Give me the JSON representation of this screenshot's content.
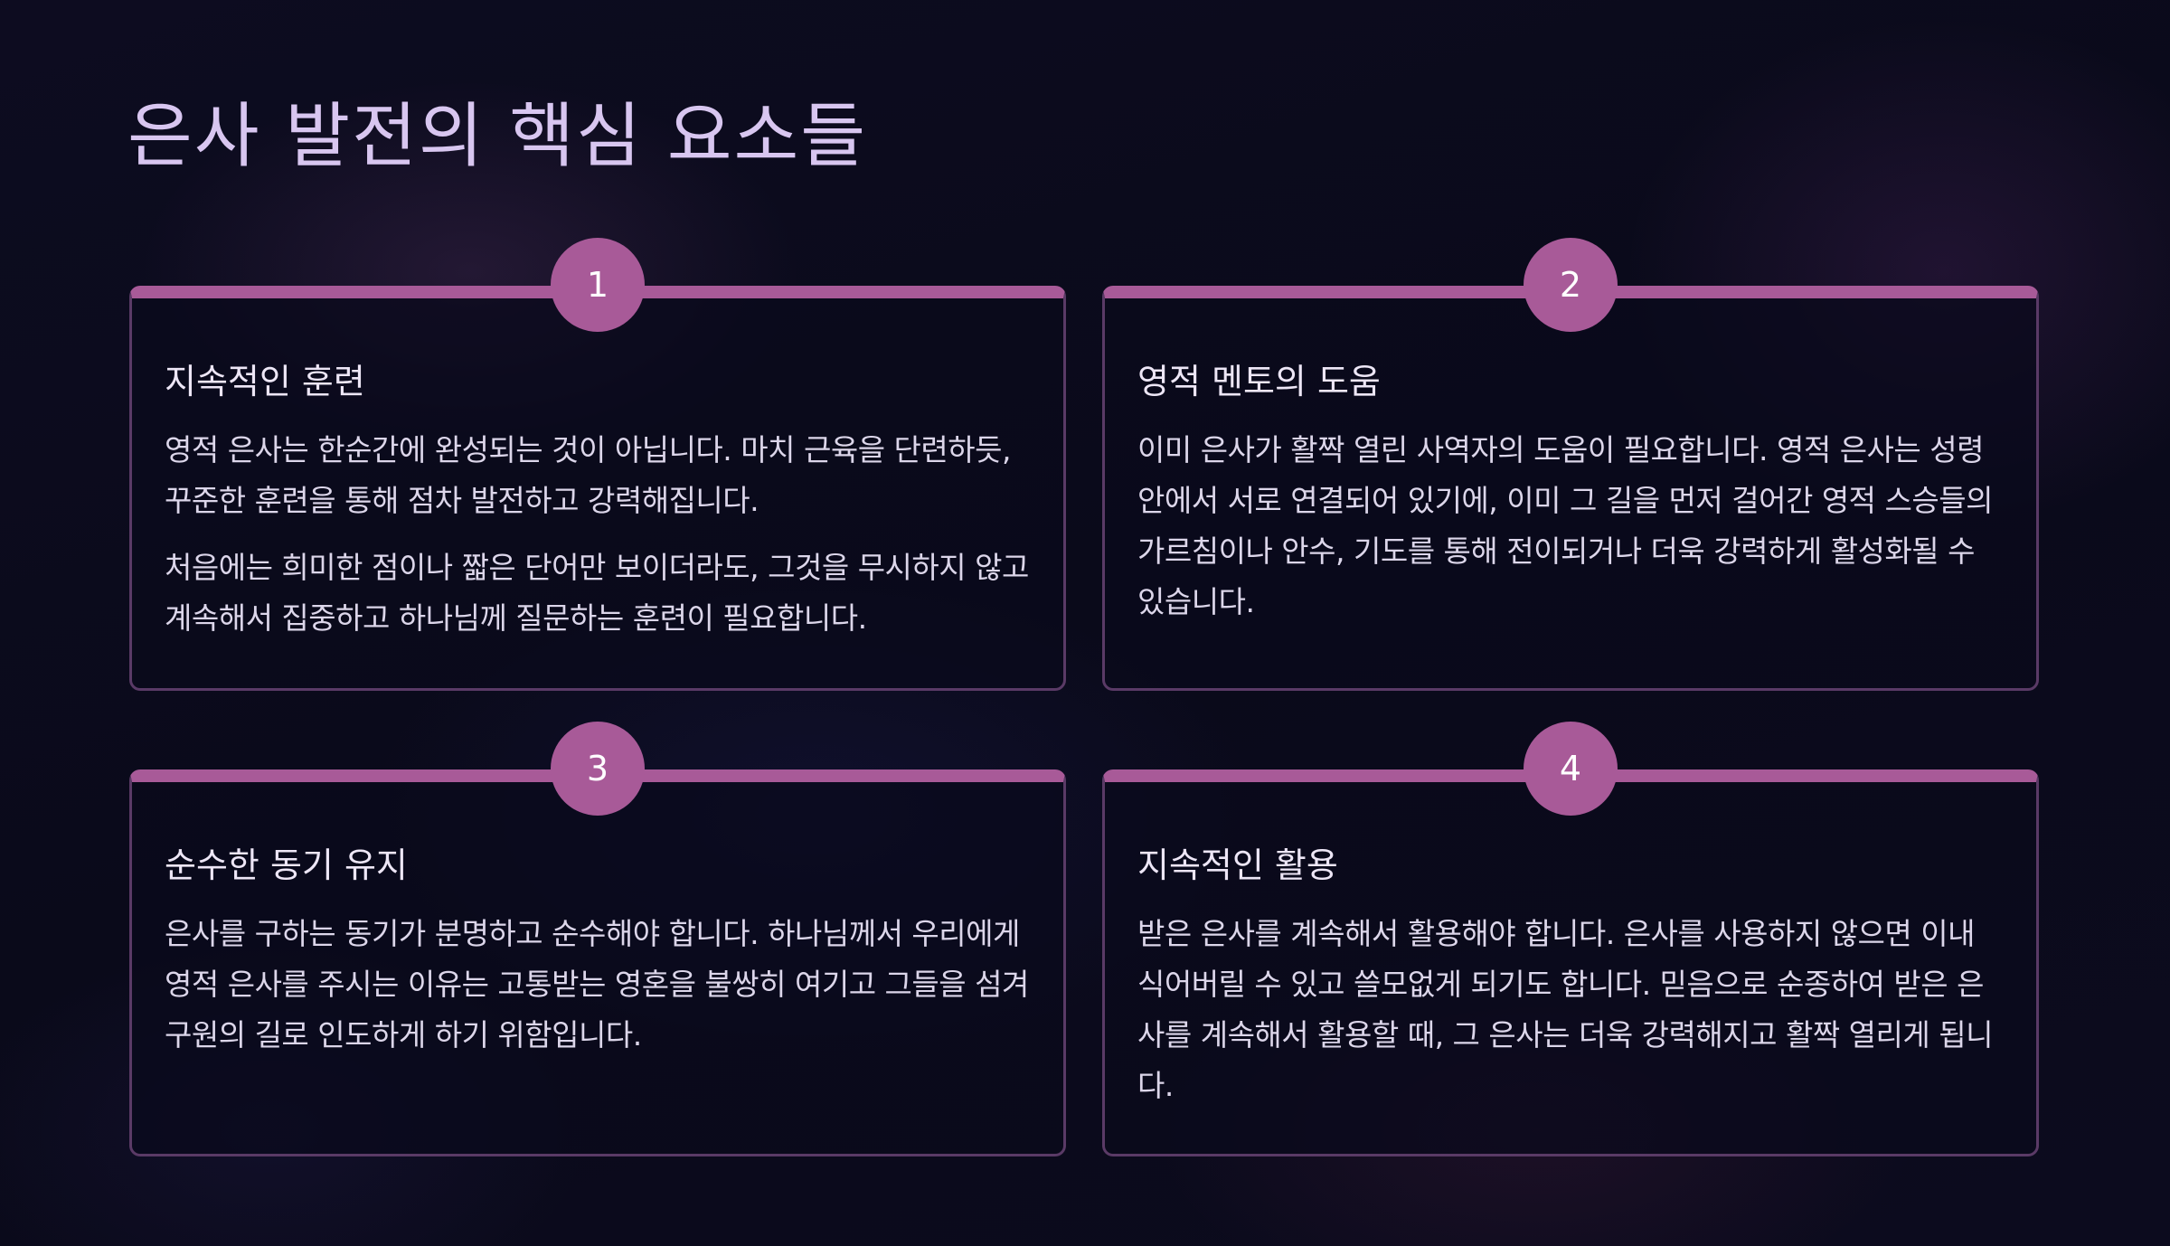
{
  "title": "은사 발전의 핵심 요소들",
  "colors": {
    "accent": "#a85a98",
    "background": "#0b0b1c",
    "title": "#d8c6f0",
    "card_border": "#5a3a66"
  },
  "cards": [
    {
      "number": "1",
      "title": "지속적인 훈련",
      "paragraphs": [
        "영적 은사는 한순간에 완성되는 것이 아닙니다. 마치 근육을 단련하듯, 꾸준한 훈련을 통해 점차 발전하고 강력해집니다.",
        "처음에는 희미한 점이나 짧은 단어만 보이더라도, 그것을 무시하지 않고 계속해서 집중하고 하나님께 질문하는 훈련이 필요합니다."
      ]
    },
    {
      "number": "2",
      "title": "영적 멘토의 도움",
      "paragraphs": [
        "이미 은사가 활짝 열린 사역자의 도움이 필요합니다. 영적 은사는 성령 안에서 서로 연결되어 있기에, 이미 그 길을 먼저 걸어간 영적 스승들의 가르침이나 안수, 기도를 통해 전이되거나 더욱 강력하게 활성화될 수 있습니다."
      ]
    },
    {
      "number": "3",
      "title": "순수한 동기 유지",
      "paragraphs": [
        "은사를 구하는 동기가 분명하고 순수해야 합니다. 하나님께서 우리에게 영적 은사를 주시는 이유는 고통받는 영혼을 불쌍히 여기고 그들을 섬겨 구원의 길로 인도하게 하기 위함입니다."
      ]
    },
    {
      "number": "4",
      "title": "지속적인 활용",
      "paragraphs": [
        "받은 은사를 계속해서 활용해야 합니다. 은사를 사용하지 않으면 이내 식어버릴 수 있고 쓸모없게 되기도 합니다. 믿음으로 순종하여 받은 은사를 계속해서 활용할 때, 그 은사는 더욱 강력해지고 활짝 열리게 됩니다."
      ]
    }
  ]
}
